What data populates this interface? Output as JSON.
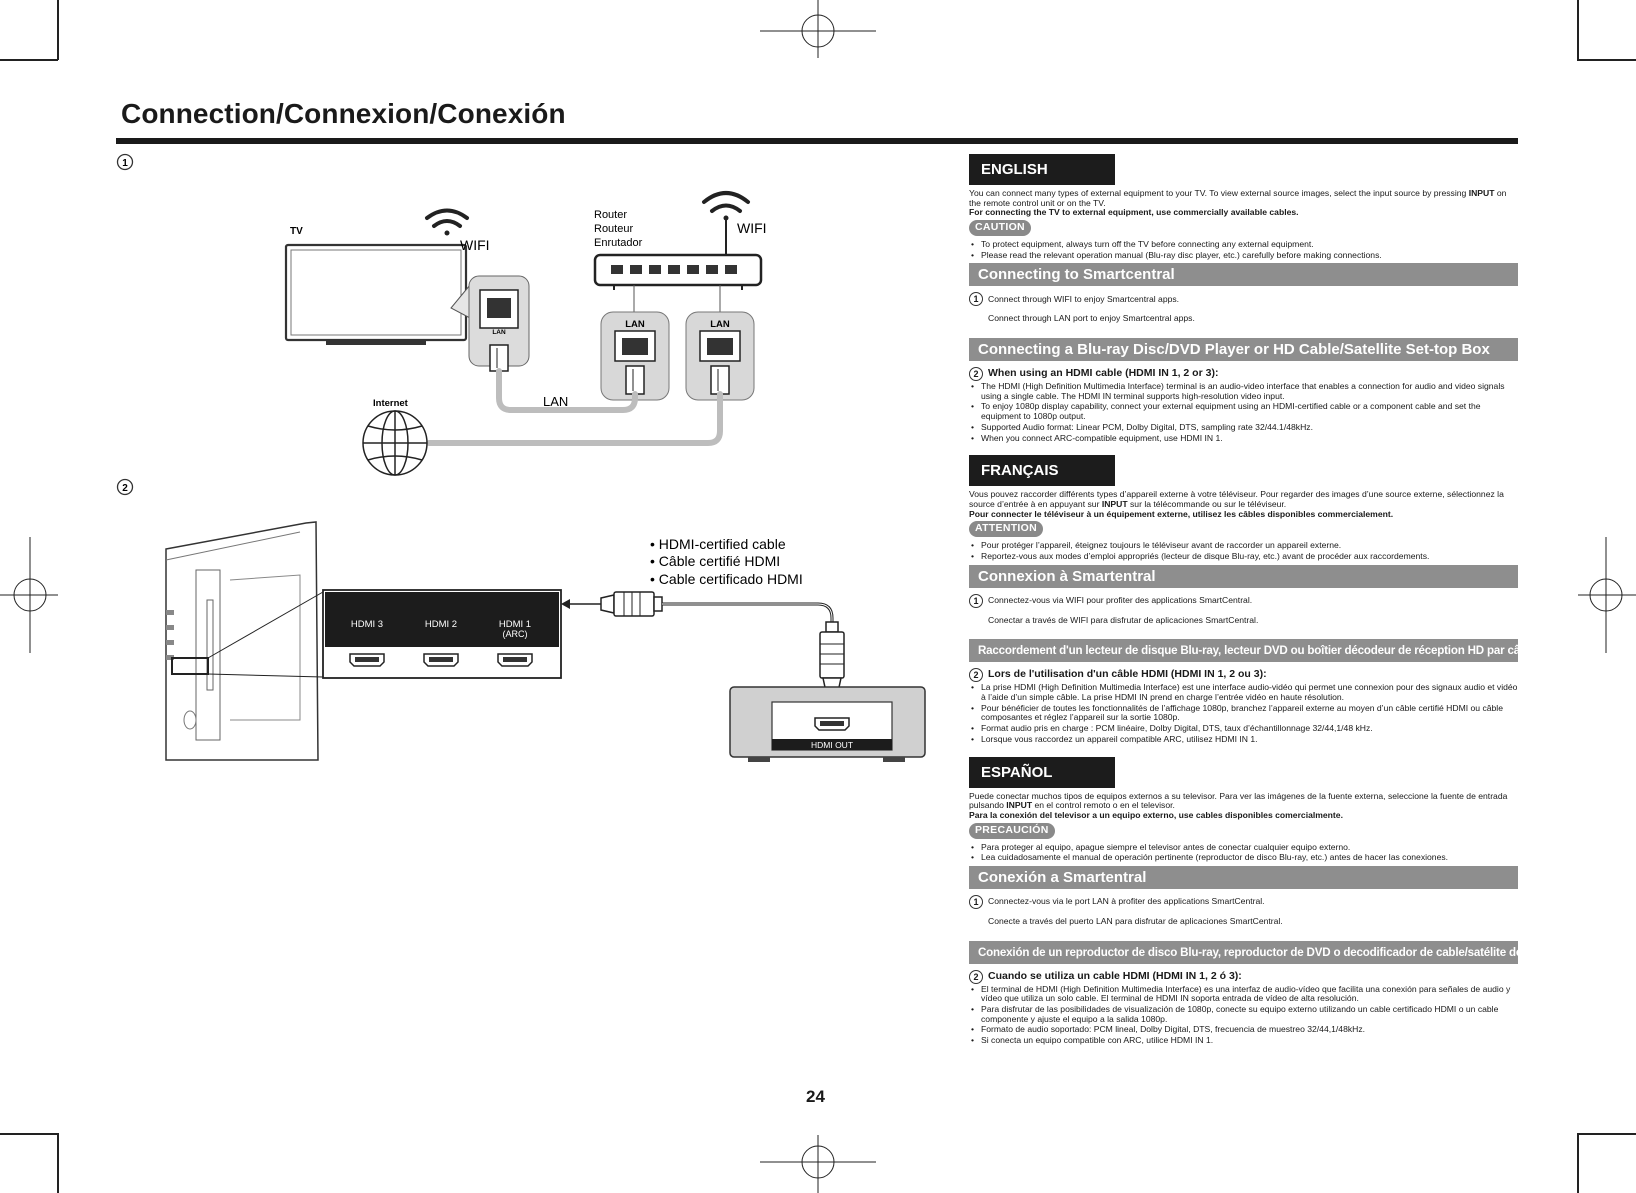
{
  "page": {
    "title": "Connection/Connexion/Conexión",
    "page_number": "24"
  },
  "diagram1": {
    "step": "1",
    "tv_label": "TV",
    "tv_wifi": "WIFI",
    "router_lines": [
      "Router",
      "Routeur",
      "Enrutador"
    ],
    "router_wifi": "WIFI",
    "tv_port": "LAN",
    "router_port1": "LAN",
    "router_port2": "LAN",
    "cable_label": "LAN",
    "internet_label": "Internet"
  },
  "diagram2": {
    "step": "2",
    "cable_note": [
      "• HDMI-certified cable",
      "• Câble certifié HDMI",
      "• Cable certificado HDMI"
    ],
    "hdmi_ports": [
      {
        "label": "HDMI 3"
      },
      {
        "label": "HDMI 2"
      },
      {
        "label": "HDMI 1",
        "sub": "(ARC)"
      }
    ],
    "device_port": "HDMI OUT"
  },
  "english": {
    "lang": "ENGLISH",
    "intro_a": "You can connect many types of external equipment to your TV. To view external source images, select the input source by pressing ",
    "intro_key": "INPUT",
    "intro_b": " on the remote control unit or on the TV.",
    "intro_bold": "For connecting the TV to external equipment, use commercially available cables.",
    "caution": "CAUTION",
    "caution_items": [
      "To protect equipment, always turn off the TV before connecting any external equipment.",
      "Please read the relevant operation manual (Blu-ray disc player, etc.) carefully before making connections."
    ],
    "smart_title": "Connecting to Smartcentral",
    "smart_step": "1",
    "smart_line1": "Connect through WIFI to enjoy Smartcentral apps.",
    "smart_line2": "Connect through LAN port to enjoy Smartcentral apps.",
    "bluray_title": "Connecting a Blu-ray Disc/DVD Player or HD Cable/Satellite Set-top Box",
    "hdmi_step": "2",
    "hdmi_head": "When using an HDMI cable (HDMI IN 1, 2 or 3):",
    "hdmi_items": [
      "The HDMI (High Definition Multimedia Interface) terminal is an audio-video interface that enables a connection for audio and video signals using a single cable. The HDMI IN terminal supports high-resolution video input.",
      "To enjoy 1080p display capability, connect your external equipment using an HDMI-certified cable or a component cable and set the equipment to 1080p output.",
      "Supported Audio format: Linear PCM, Dolby Digital, DTS, sampling rate 32/44.1/48kHz.",
      "When you connect ARC-compatible equipment, use HDMI IN 1."
    ]
  },
  "french": {
    "lang": "FRANÇAIS",
    "intro_a": "Vous pouvez raccorder différents types d’appareil externe à votre téléviseur. Pour regarder des images d’une source externe, sélectionnez la source d’entrée à en appuyant sur ",
    "intro_key": "INPUT",
    "intro_b": " sur la télécommande ou sur le téléviseur.",
    "intro_bold": "Pour connecter le téléviseur à un équipement externe, utilisez les câbles disponibles commercialement.",
    "caution": "ATTENTION",
    "caution_items": [
      "Pour protéger l’appareil, éteignez toujours le téléviseur avant de raccorder un appareil externe.",
      "Reportez-vous aux modes d’emploi appropriés (lecteur de disque Blu-ray, etc.) avant de procéder aux raccordements."
    ],
    "smart_title": "Connexion à Smartentral",
    "smart_step": "1",
    "smart_line1": "Connectez-vous via WIFI pour profiter des applications SmartCentral.",
    "smart_line2": "Conectar a través de WIFI para disfrutar de aplicaciones SmartCentral.",
    "bluray_title": "Raccordement d'un lecteur de disque Blu-ray, lecteur DVD ou boîtier décodeur de réception HD par câble/satellite",
    "hdmi_step": "2",
    "hdmi_head": "Lors de l'utilisation d'un câble HDMI (HDMI IN 1, 2 ou 3):",
    "hdmi_items": [
      "La prise HDMI (High Definition Multimedia Interface) est une interface audio-vidéo qui permet une connexion pour des signaux audio et vidéo à l’aide d’un simple câble. La prise HDMI IN prend en charge l’entrée vidéo en haute résolution.",
      "Pour bénéficier de toutes les fonctionnalités de l’affichage 1080p, branchez l’appareil externe au moyen d’un câble certifié HDMI ou câble composantes et réglez l’appareil sur la sortie 1080p.",
      "Format audio pris en charge : PCM linéaire, Dolby Digital, DTS, taux d’échantillonnage 32/44,1/48 kHz.",
      "Lorsque vous raccordez un appareil compatible ARC, utilisez HDMI IN 1."
    ]
  },
  "spanish": {
    "lang": "ESPAÑOL",
    "intro_a": "Puede conectar muchos tipos de equipos externos a su televisor. Para ver las imágenes de la fuente externa, seleccione la fuente de entrada pulsando ",
    "intro_key": "INPUT",
    "intro_b": " en el control remoto o en el televisor.",
    "intro_bold": "Para la conexión del televisor a un equipo externo, use cables disponibles comercialmente.",
    "caution": "PRECAUCIÓN",
    "caution_items": [
      "Para proteger al equipo, apague siempre el televisor antes de conectar cualquier equipo externo.",
      "Lea cuidadosamente el manual de operación pertinente (reproductor de disco Blu-ray, etc.) antes de hacer las conexiones."
    ],
    "smart_title": "Conexión a Smartentral",
    "smart_step": "1",
    "smart_line1": "Connectez-vous via le port LAN à profiter des applications SmartCentral.",
    "smart_line2": "Conecte a través del puerto LAN para disfrutar de aplicaciones SmartCentral.",
    "bluray_title": "Conexión de un reproductor de disco Blu-ray, reproductor de DVD o decodificador de cable/satélite de HD",
    "hdmi_step": "2",
    "hdmi_head": "Cuando se utiliza un cable HDMI (HDMI IN 1, 2 ó 3):",
    "hdmi_items": [
      "El terminal de HDMI (High Definition Multimedia Interface) es una interfaz de audio-vídeo que facilita una conexión para señales de audio y vídeo que utiliza un solo cable. El terminal de HDMI IN soporta entrada de vídeo de alta resolución.",
      "Para disfrutar de las posibilidades de visualización de 1080p, conecte su equipo externo utilizando un cable certificado HDMI o un cable componente y ajuste el equipo a la salida 1080p.",
      "Formato de audio soportado: PCM lineal, Dolby Digital, DTS, frecuencia de muestreo 32/44,1/48kHz.",
      "Si conecta un equipo compatible con ARC, utilice HDMI IN 1."
    ]
  }
}
